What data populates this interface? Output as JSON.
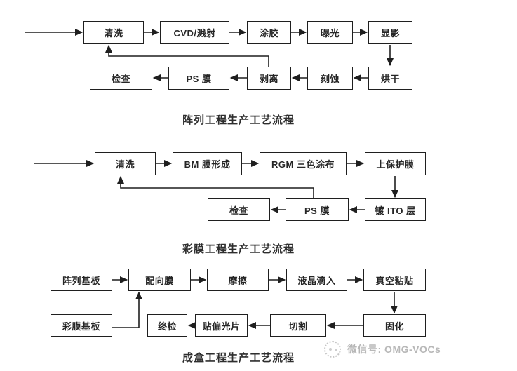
{
  "page": {
    "background": "#ffffff"
  },
  "colors": {
    "line": "#1f1f1f",
    "box_border": "#1f1f1f",
    "box_text": "#262626",
    "title_text": "#2e2e2e",
    "watermark_text": "#b8b8b8"
  },
  "charts": [
    {
      "title": "阵列工程生产工艺流程",
      "row1": [
        "清洗",
        "CVD/溅射",
        "涂胶",
        "曝光",
        "显影"
      ],
      "row2": [
        "检查",
        "PS 膜",
        "剥离",
        "刻蚀",
        "烘干"
      ]
    },
    {
      "title": "彩膜工程生产工艺流程",
      "row1": [
        "清洗",
        "BM 膜形成",
        "RGM 三色涂布",
        "上保护膜"
      ],
      "row2": [
        "检查",
        "PS 膜",
        "镀 ITO 层"
      ]
    },
    {
      "title": "成盒工程生产工艺流程",
      "row1": [
        "阵列基板",
        "配向膜",
        "摩擦",
        "液晶滴入",
        "真空粘贴"
      ],
      "row2": [
        "彩膜基板",
        "终检",
        "贴偏光片",
        "切割",
        "固化"
      ]
    }
  ],
  "watermark": {
    "icon": "wechat-icon",
    "text": "微信号: OMG-VOCs"
  }
}
